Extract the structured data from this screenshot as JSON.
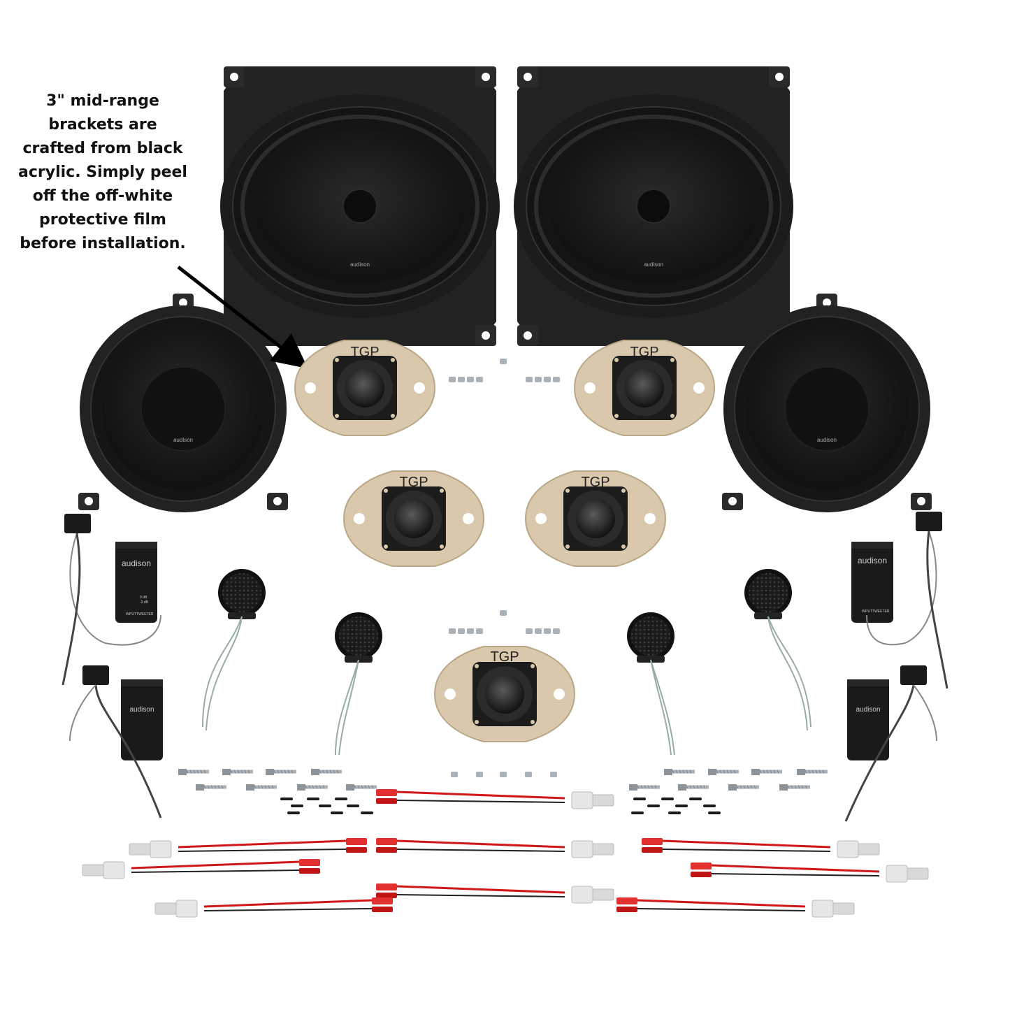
{
  "caption": {
    "lines": [
      "3\" mid-range",
      "brackets are",
      "crafted from black",
      "acrylic. Simply peel",
      "off the off-white",
      "protective film",
      "before installation."
    ]
  },
  "brand": {
    "speaker_logo": "audison",
    "crossover_logo": "audison",
    "bracket_logo": "TGP"
  },
  "crossover_labels": {
    "input": "INPUT",
    "tweeter": "TWEETER",
    "level_0db": "0 dB",
    "level_minus3db": "-3 dB"
  },
  "colors": {
    "speaker_black": "#1b1b1b",
    "bracket_beige": "#d9c8ab",
    "wire_red": "#d01818",
    "connector_white": "#e6e6e6",
    "screw_silver": "#9aa3aa"
  }
}
